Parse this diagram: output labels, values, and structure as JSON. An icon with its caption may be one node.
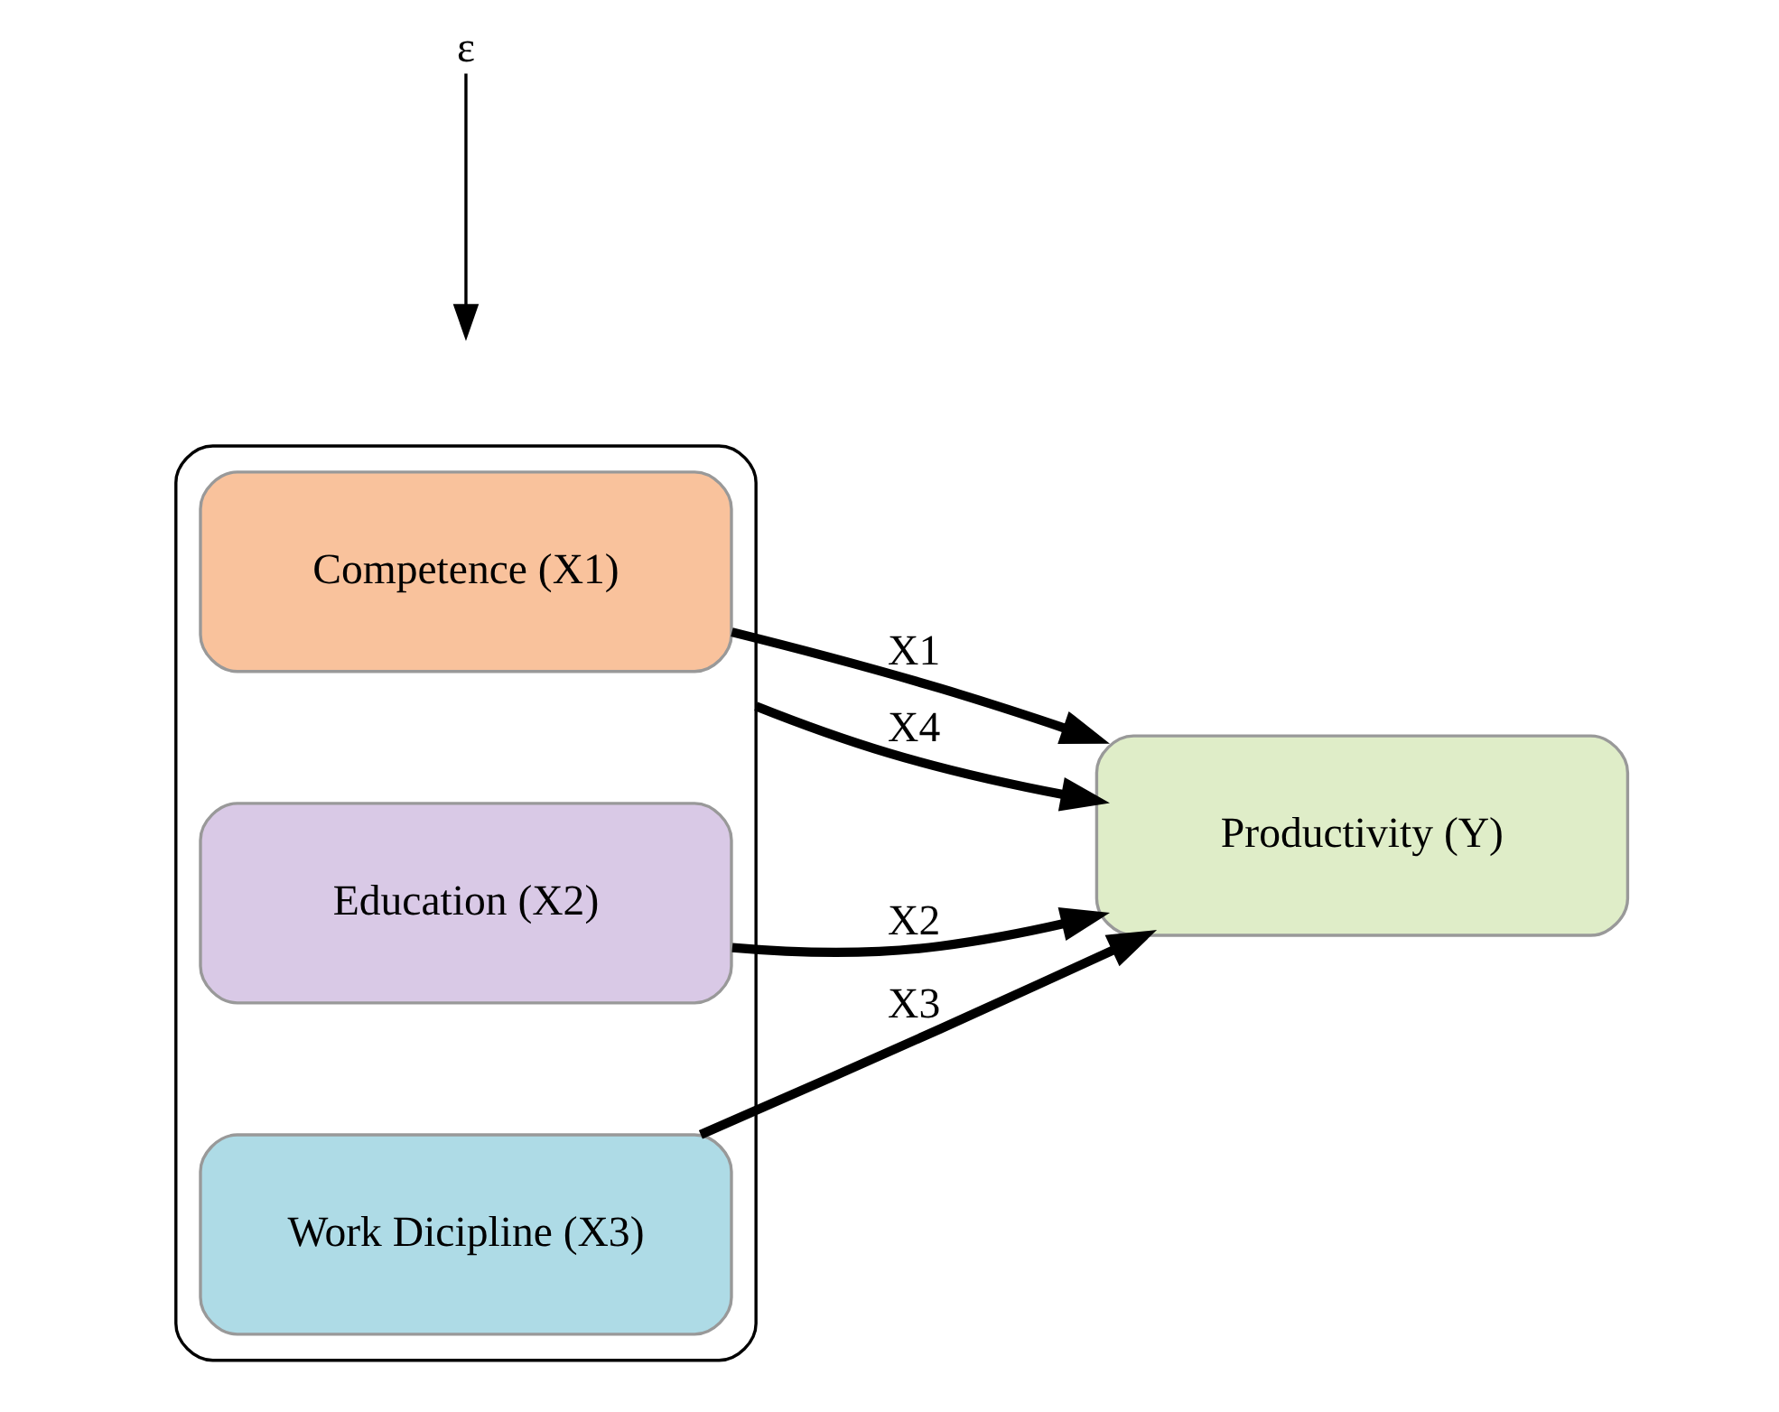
{
  "diagram": {
    "nodes": [
      {
        "text": [],
        "shape": "box"
      },
      {
        "text": [
          "Competence (X1)"
        ],
        "in": 0
      },
      {
        "text": [
          "Education (X2)"
        ],
        "in": 0
      },
      {
        "text": [
          "Work Dicipline (X3)"
        ],
        "in": 0
      },
      {
        "text": [
          "Productivity (Y)"
        ]
      },
      {
        "text": [
          "ε"
        ]
      }
    ],
    "edges": [
      {
        "from": 1,
        "to": 4,
        "arrow": "to",
        "label": "X1"
      },
      {
        "from": 2,
        "to": 4,
        "arrow": "to",
        "label": "X2"
      },
      {
        "from": 3,
        "to": 4,
        "arrow": "to",
        "label": "X3"
      },
      {
        "from": 0,
        "to": 4,
        "arrow": "to",
        "label": "X4"
      },
      {
        "from": 5,
        "to": null,
        "arrow": "to"
      }
    ]
  }
}
